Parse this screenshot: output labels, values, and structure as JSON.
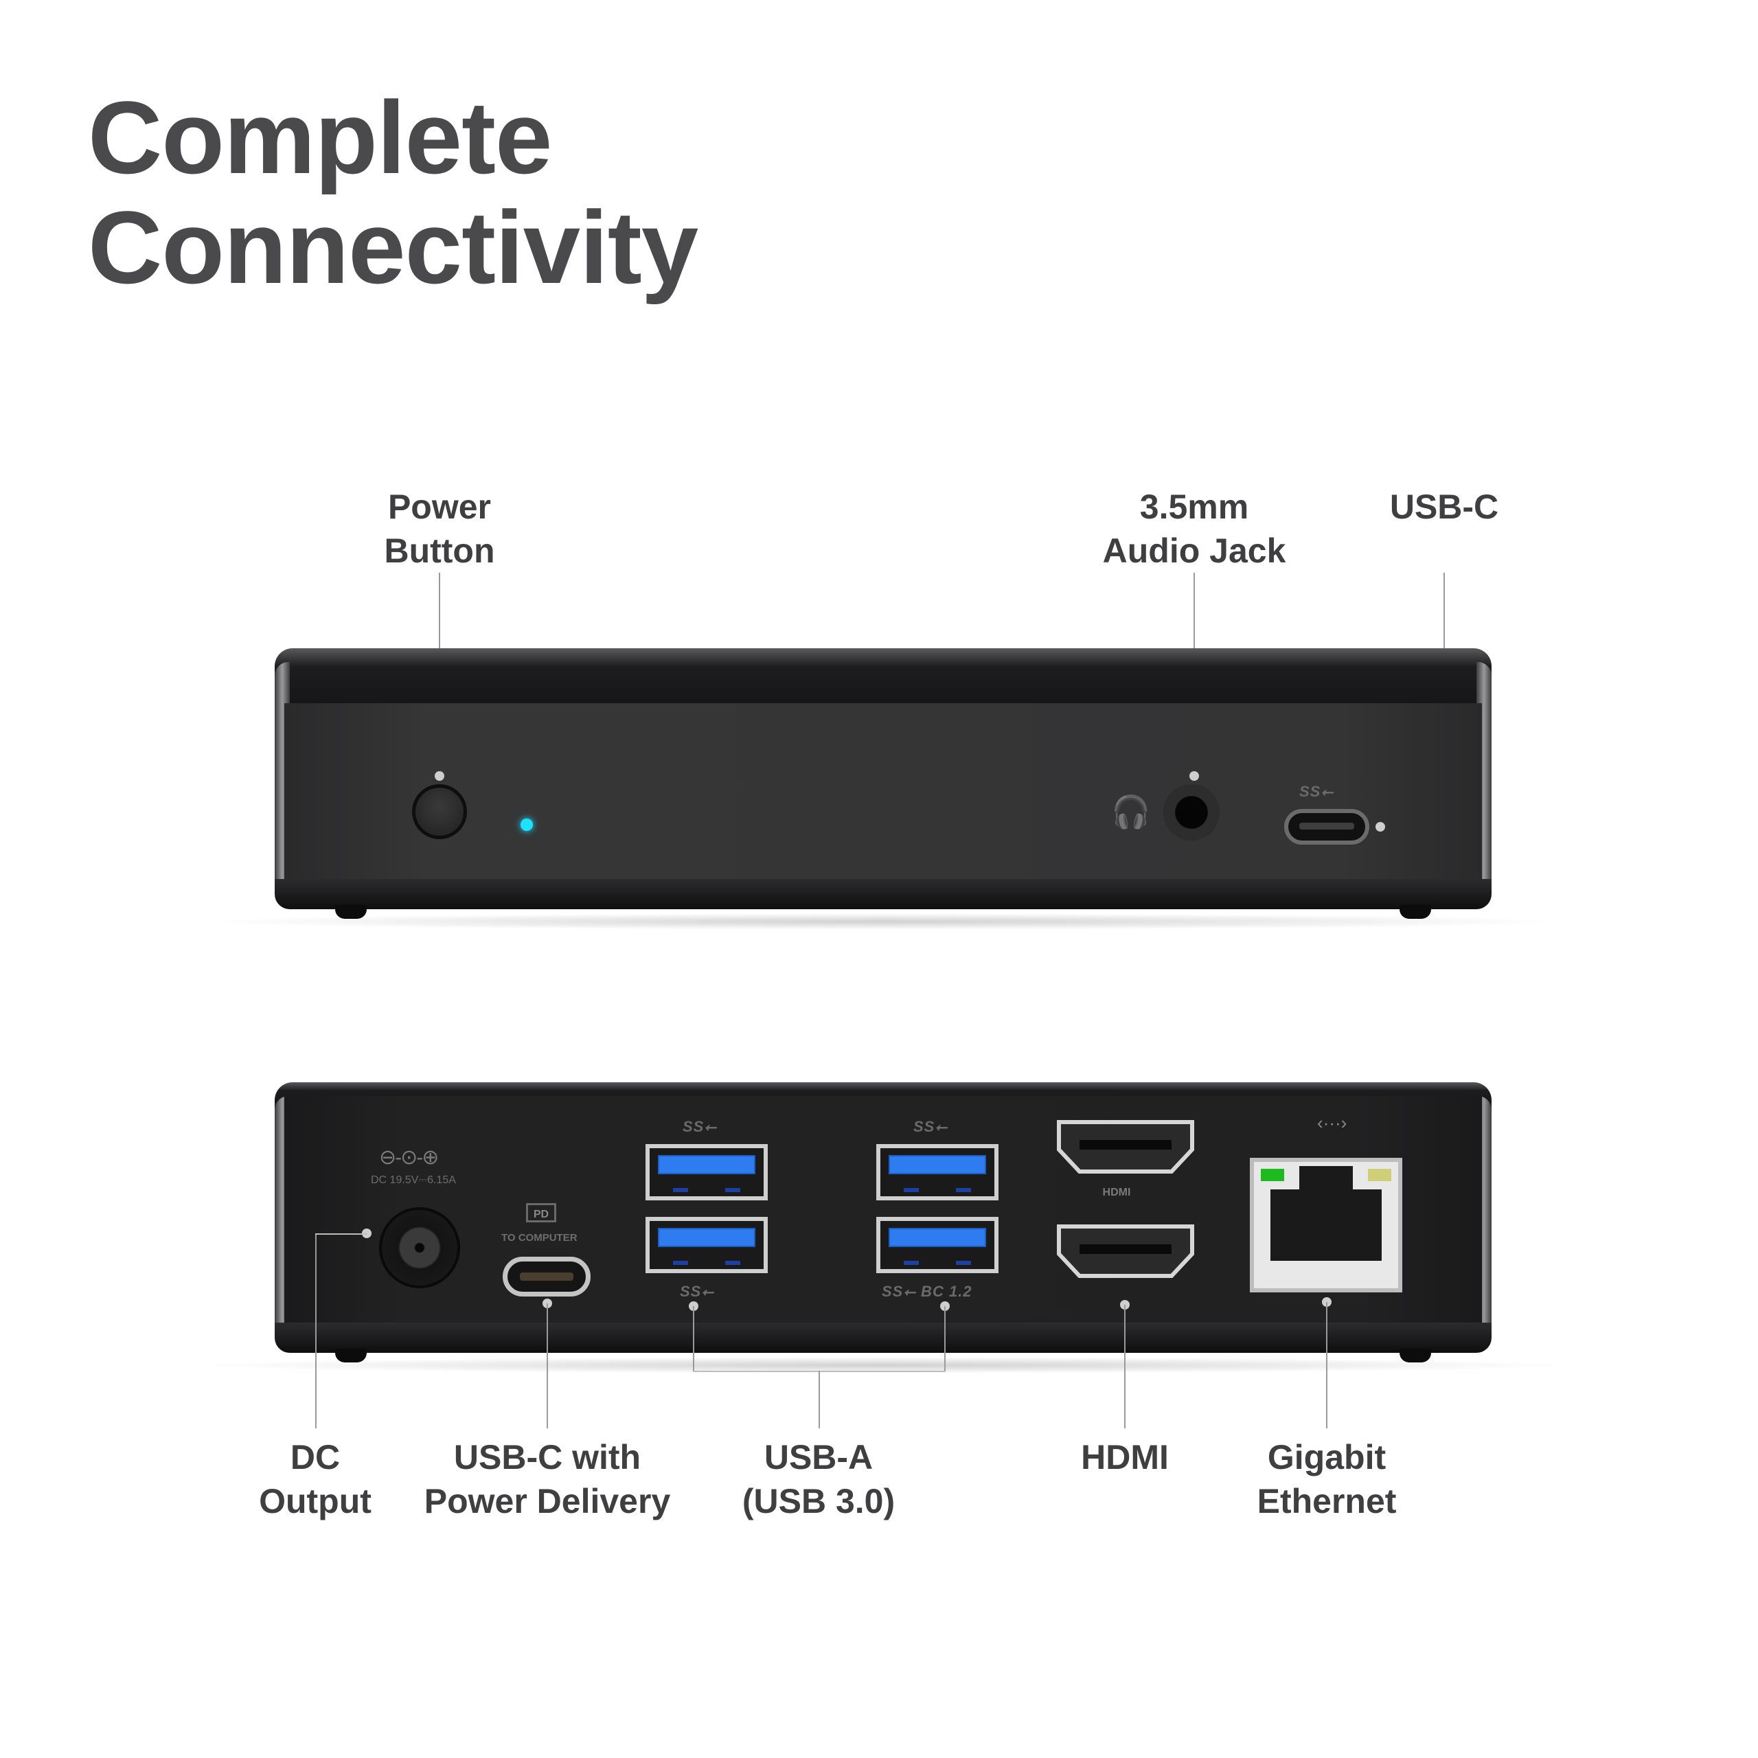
{
  "title": {
    "line1": "Complete",
    "line2": "Connectivity"
  },
  "front_view": {
    "labels": [
      {
        "id": "power",
        "line1": "Power",
        "line2": "Button"
      },
      {
        "id": "audio",
        "line1": "3.5mm",
        "line2": "Audio Jack"
      },
      {
        "id": "usbc",
        "line1": "USB-C",
        "line2": ""
      }
    ],
    "led_color": "#1ee0ff",
    "usb_c_marking": "SS⭠",
    "headphone_icon": "headphone-icon"
  },
  "rear_view": {
    "labels": [
      {
        "id": "dc",
        "line1": "DC",
        "line2": "Output"
      },
      {
        "id": "usbc_pd",
        "line1": "USB-C with",
        "line2": "Power Delivery"
      },
      {
        "id": "usba",
        "line1": "USB-A",
        "line2": "(USB 3.0)"
      },
      {
        "id": "hdmi",
        "line1": "HDMI",
        "line2": ""
      },
      {
        "id": "ethernet",
        "line1": "Gigabit",
        "line2": "Ethernet"
      }
    ],
    "markings": {
      "dc_polarity": "⊖-⊙-⊕",
      "dc_spec": "DC 19.5V⎓6.15A",
      "pd_badge": "PD",
      "pd_text": "TO COMPUTER",
      "ss_top_left": "SS⭠",
      "ss_top_right": "SS⭠",
      "ss_bottom_left": "SS⭠",
      "ss_bottom_right": "SS⭠  BC 1.2",
      "hdmi_logo": "HDMI",
      "ethernet_icon": "‹···›"
    },
    "usb_port_color": "#2f7cf0",
    "eth_led_left": "#1dbb1d",
    "eth_led_right": "#cfcf7a"
  }
}
